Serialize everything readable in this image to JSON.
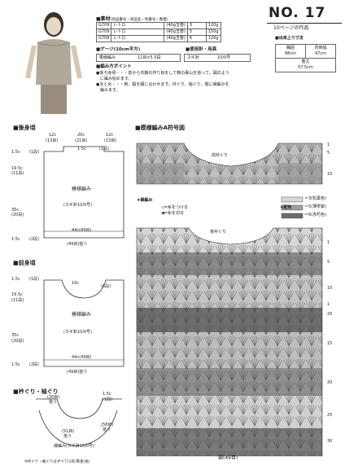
{
  "header": {
    "number": "NO. 17",
    "page_ref": "10ページの作品",
    "size_label": "■出来上り寸法"
  },
  "materials": {
    "title": "■素材",
    "title_note": "(商品番号・商品名・色番号・数量)",
    "rows": [
      {
        "code": "G709",
        "name": "レトロ",
        "spec": "(40g玉巻)",
        "color": "3",
        "weight": "120g"
      },
      {
        "code": "G709",
        "name": "レトロ",
        "spec": "(40g玉巻)",
        "color": "5",
        "weight": "150g"
      },
      {
        "code": "G709",
        "name": "レトロ",
        "spec": "(40g玉巻)",
        "color": "6",
        "weight": "120g"
      }
    ],
    "gauge_title": "■ゲージ(10cm平方)",
    "gauge_tool_title": "■使用針・用具",
    "gauge_pattern": "模様編み",
    "gauge_value": "11目×5.5段",
    "gauge_tool": "カギ針",
    "gauge_tool_value": "10/0号",
    "points_title": "■編み方ポイント",
    "points": [
      "●後ろ身頃・・・前から共鎖の作り目をして鎖の裏山を拾って、図のよう",
      "　に編み始めます。",
      "●まとめ・・・肩、脇を綴じ合わせます。衿ぐり、袖ぐり、裾に縁編みを",
      "　編みます。"
    ]
  },
  "sizes": {
    "chest_label": "胸囲",
    "chest_value": "88cm",
    "shoulder_label": "背肩幅",
    "shoulder_value": "47cm",
    "length_label": "着丈",
    "length_value": "57.5cm"
  },
  "back": {
    "title": "■後身頃",
    "top_widths": [
      "12c",
      "20c",
      "12c"
    ],
    "top_stitches": [
      "(13目)",
      "(21目)",
      "(13目)"
    ],
    "shoulder": "1.5c",
    "shoulder_rows": "(1段)",
    "left_side": [
      "1.5c",
      "19.5c",
      "(11段)",
      "35c",
      "(20段)",
      "1.5c"
    ],
    "left_rows": [
      "(1段)",
      "(2段)"
    ],
    "center": "模様編み",
    "center_hook": "(カギ針10/0号)",
    "bottom_width": "44c(49目)",
    "bottom_chain": "(49目)拾う"
  },
  "front": {
    "title": "■前身頃",
    "neck": "10c",
    "neck_rows": "(6段)",
    "left_side": [
      "1.5c",
      "19.5c",
      "(11段)",
      "35c",
      "(20段)",
      "1.5c"
    ],
    "left_rows": [
      "(1段)",
      "(2段)"
    ],
    "center": "模様編み",
    "center_hook": "(カギ針10/0号)",
    "bottom_width": "44c(49目)",
    "bottom_chain": "(49目)拾う"
  },
  "neck_arm": {
    "title": "■衿ぐり・袖ぐり",
    "labels": [
      "(20目)",
      "拾う",
      "1.5c",
      "(1段)",
      "(51目)",
      "拾う",
      "(58目)",
      "拾う"
    ],
    "edge": "縁編み(カギ針10/0号)",
    "note": "※衿ぐり・袖ぐりはすべて(1段)黄金(長)"
  },
  "chart": {
    "title": "■模様編みA符号図",
    "front_neck": "前衿ぐり",
    "back_neck": "後衿ぐり",
    "edge_label": "★縁編み",
    "legend_title": "★配色",
    "legend": [
      {
        "label": "＝3(松葉色)",
        "color": "#d8d8d8"
      },
      {
        "label": "＝5(薄茶紫)",
        "color": "#a0a0a0"
      },
      {
        "label": "＝6(赤朽色)",
        "color": "#6a6a6a"
      }
    ],
    "symbols": [
      "◁=糸をつける",
      "◀=糸を切る"
    ],
    "row_numbers": [
      "1",
      "5",
      "10",
      "1",
      "20",
      "1",
      "5",
      "10",
      "15",
      "20",
      "25",
      "30"
    ],
    "bottom": "鎖(49目)"
  }
}
